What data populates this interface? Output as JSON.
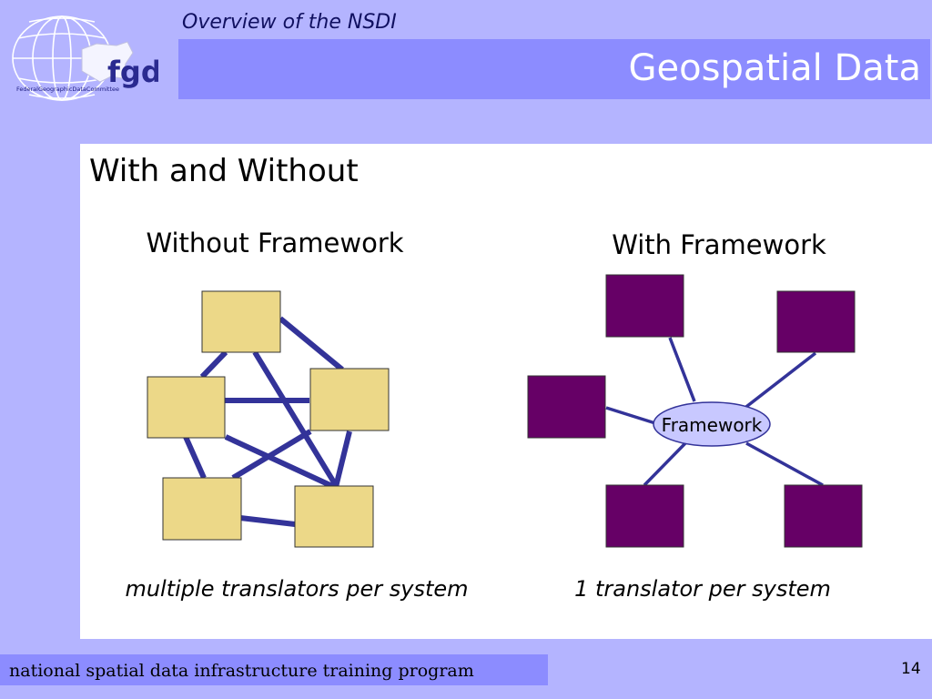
{
  "header": {
    "section": "Overview of the NSDI",
    "title": "Geospatial Data"
  },
  "logo": {
    "wordmark": "fgdc",
    "caption": "FederalGeographicDataCommittee"
  },
  "content": {
    "heading": "With and Without",
    "left_panel": {
      "title": "Without Framework",
      "caption": "multiple translators per system"
    },
    "right_panel": {
      "title": "With Framework",
      "hub_label": "Framework",
      "caption": "1 translator per system"
    }
  },
  "footer": {
    "text": "national spatial data infrastructure training program",
    "page_number": "14"
  },
  "colors": {
    "background": "#b4b4ff",
    "title_bar": "#8c8cff",
    "yellow_box": "#ecd888",
    "purple_box": "#660066",
    "connector": "#333399",
    "hub_fill": "#c8c8ff"
  },
  "icons": [
    "globe-grid-icon",
    "us-map-icon"
  ]
}
